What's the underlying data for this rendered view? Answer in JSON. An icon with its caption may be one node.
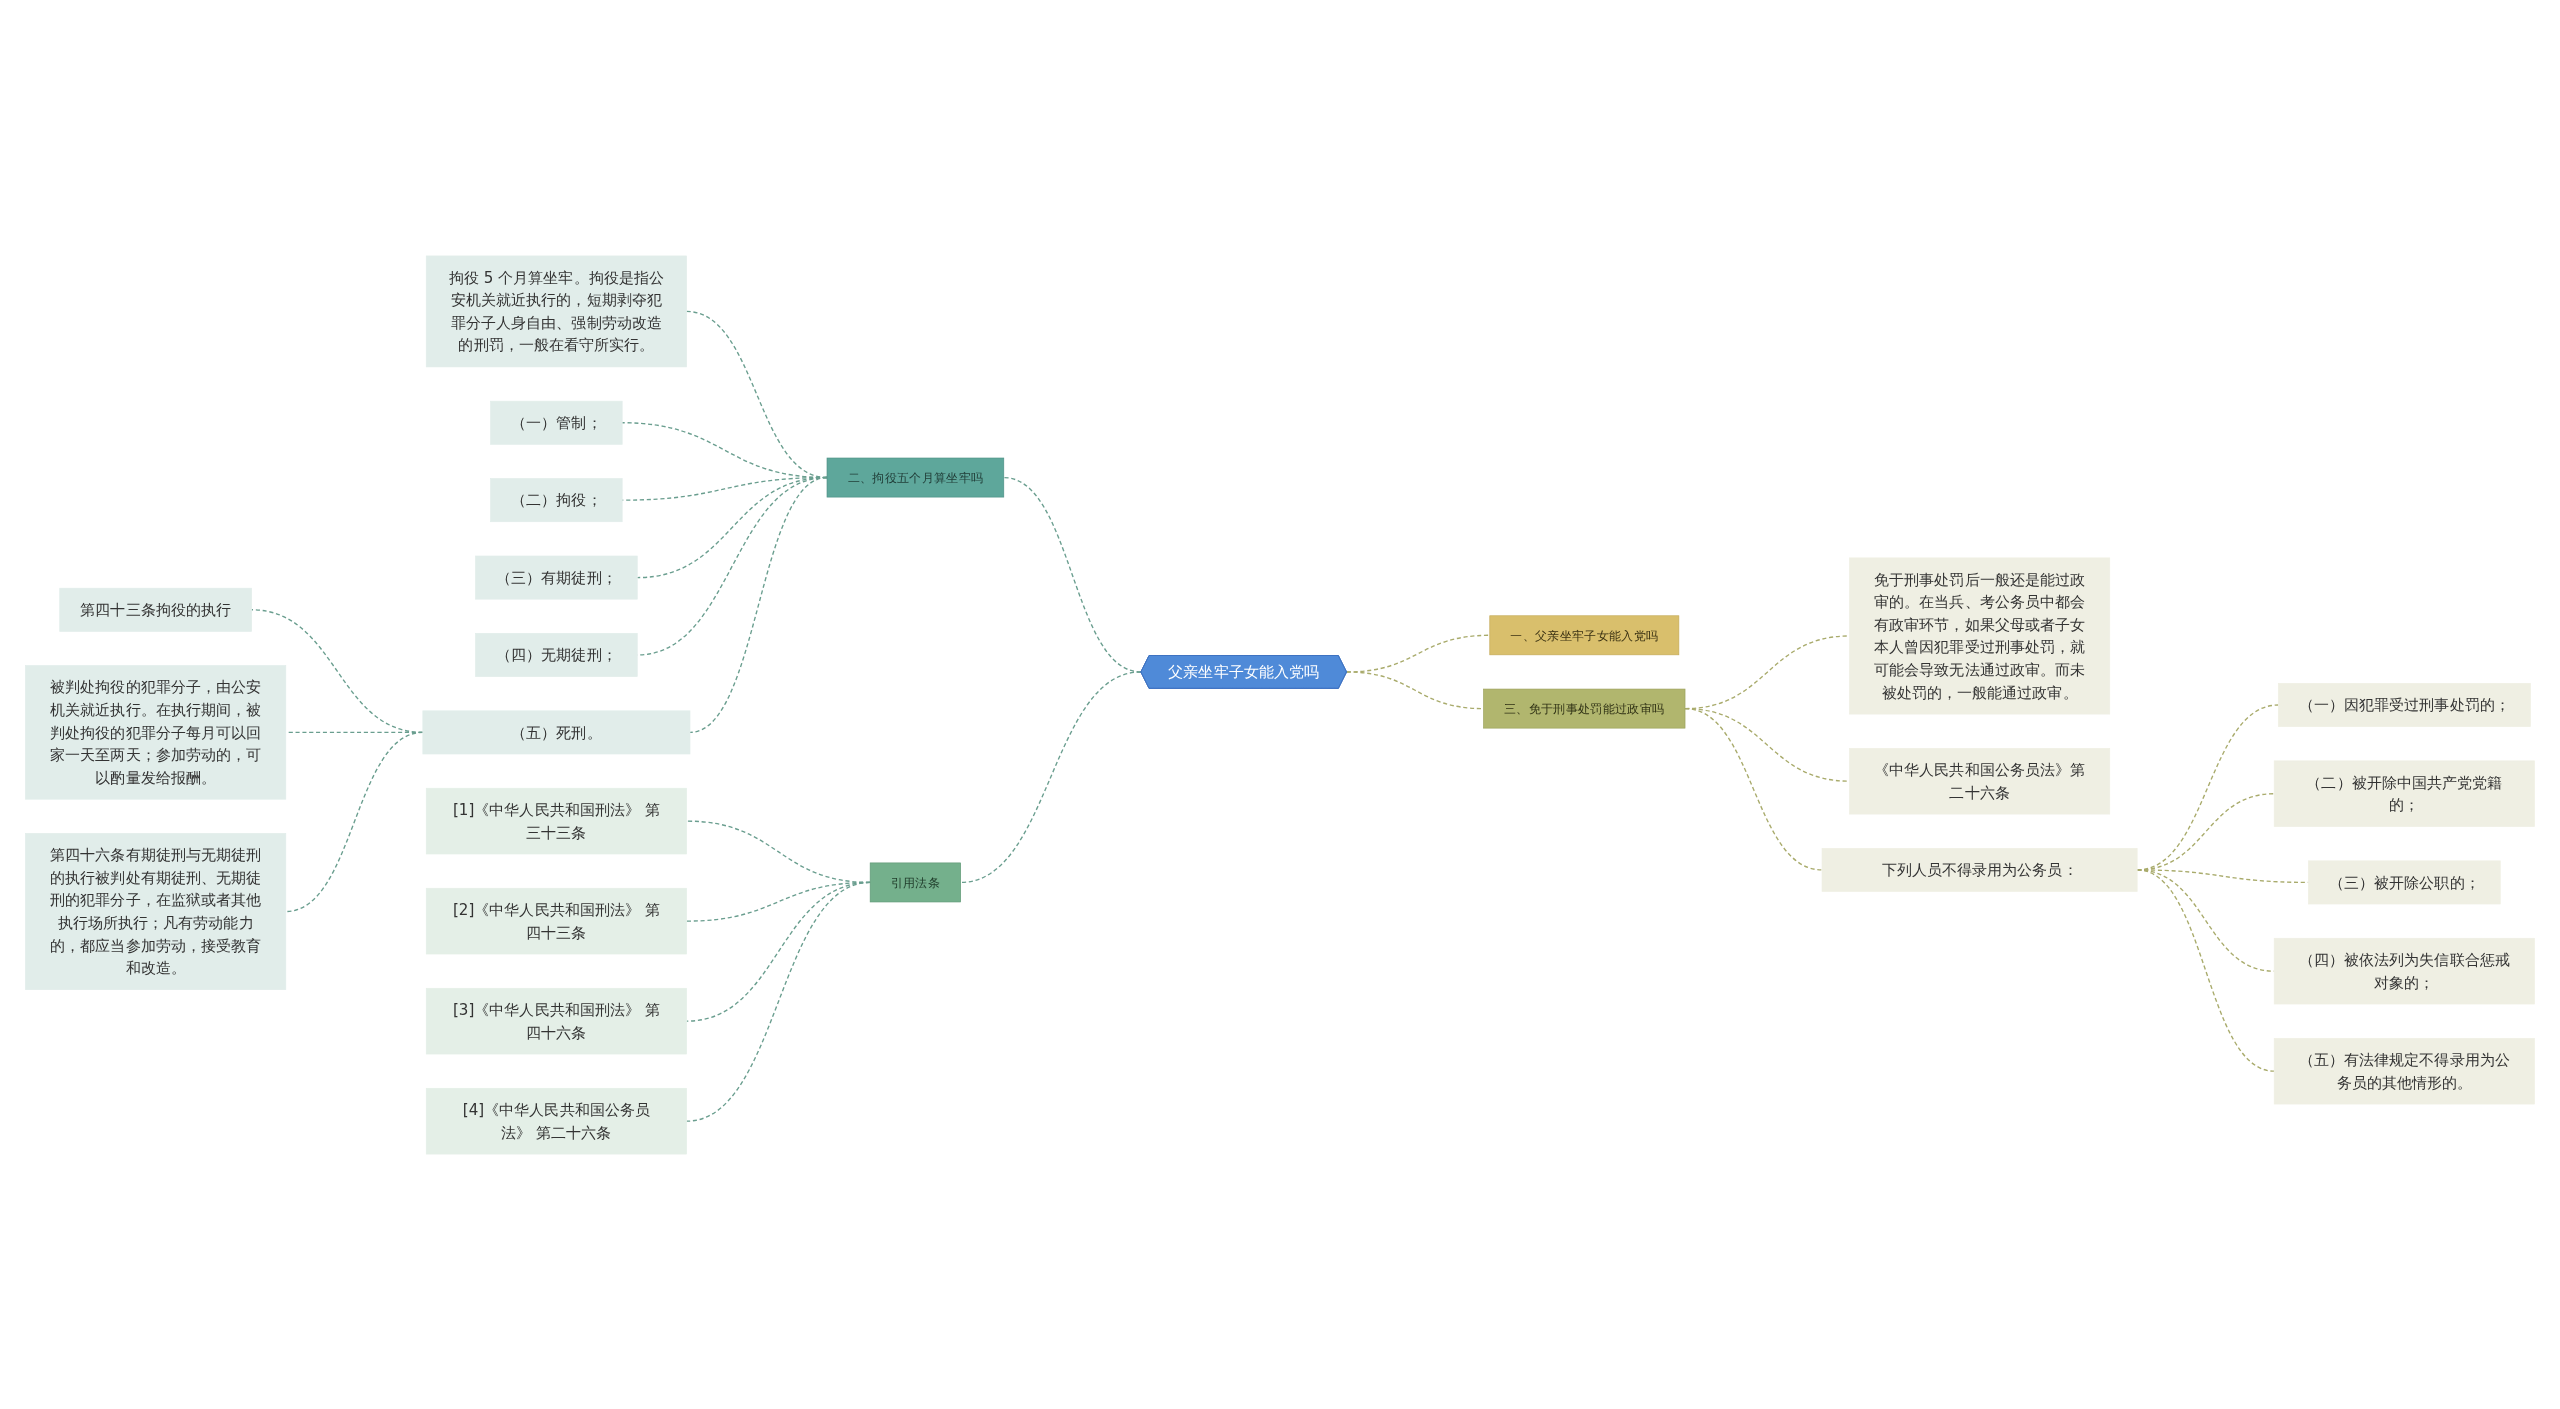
{
  "diagram": {
    "nodes": [
      {
        "text": [
          "父亲坐牢子女能入党吗"
        ]
      },
      {
        "text": [
          "二、拘役五个月算坐牢吗"
        ]
      },
      {
        "text": [
          "拘役 5 个月算坐牢。拘役是指公安机关就近执行的，短期剥夺犯罪分子人身自由、强制劳动改造的刑罚，一般在看守所实行。"
        ]
      },
      {
        "text": [
          "（一）管制；"
        ]
      },
      {
        "text": [
          "（二）拘役；"
        ]
      },
      {
        "text": [
          "（三）有期徒刑；"
        ]
      },
      {
        "text": [
          "（四）无期徒刑；"
        ]
      },
      {
        "text": [
          "（五）死刑。"
        ]
      },
      {
        "text": [
          "第四十三条拘役的执行"
        ]
      },
      {
        "text": [
          "被判处拘役的犯罪分子，由公安机关就近执行。在执行期间，被判处拘役的犯罪分子每月可以回家一天至两天；参加劳动的，可以酌量发给报酬。"
        ]
      },
      {
        "text": [
          "第四十六条有期徒刑与无期徒刑的执行被判处有期徒刑、无期徒刑的犯罪分子，在监狱或者其他执行场所执行；凡有劳动能力的，都应当参加劳动，接受教育和改造。"
        ]
      },
      {
        "text": [
          "引用法条"
        ]
      },
      {
        "text": [
          "[1]《中华人民共和国刑法》 第三十三条"
        ]
      },
      {
        "text": [
          "[2]《中华人民共和国刑法》 第四十三条"
        ]
      },
      {
        "text": [
          "[3]《中华人民共和国刑法》 第四十六条"
        ]
      },
      {
        "text": [
          "[4]《中华人民共和国公务员法》 第二十六条"
        ]
      },
      {
        "text": [
          "一、父亲坐牢子女能入党吗"
        ]
      },
      {
        "text": [
          "三、免于刑事处罚能过政审吗"
        ]
      },
      {
        "text": [
          "免于刑事处罚后一般还是能过政审的。在当兵、考公务员中都会有政审环节，如果父母或者子女本人曾因犯罪受过刑事处罚，就可能会导致无法通过政审。而未被处罚的，一般能通过政审。"
        ]
      },
      {
        "text": [
          "《中华人民共和国公务员法》第二十六条"
        ]
      },
      {
        "text": [
          "下列人员不得录用为公务员："
        ]
      },
      {
        "text": [
          "（一）因犯罪受过刑事处罚的；"
        ]
      },
      {
        "text": [
          "（二）被开除中国共产党党籍的；"
        ]
      },
      {
        "text": [
          "（三）被开除公职的；"
        ]
      },
      {
        "text": [
          "（四）被依法列为失信联合惩戒对象的；"
        ]
      },
      {
        "text": [
          "（五）有法律规定不得录用为公务员的其他情形的。"
        ]
      }
    ],
    "edges": [
      {
        "from": 0,
        "to": 1,
        "arrow": "none",
        "style": "dashed"
      },
      {
        "from": 1,
        "to": 2,
        "arrow": "none",
        "style": "dashed"
      },
      {
        "from": 1,
        "to": 3,
        "arrow": "none",
        "style": "dashed"
      },
      {
        "from": 1,
        "to": 4,
        "arrow": "none",
        "style": "dashed"
      },
      {
        "from": 1,
        "to": 5,
        "arrow": "none",
        "style": "dashed"
      },
      {
        "from": 1,
        "to": 6,
        "arrow": "none",
        "style": "dashed"
      },
      {
        "from": 1,
        "to": 7,
        "arrow": "none",
        "style": "dashed"
      },
      {
        "from": 7,
        "to": 8,
        "arrow": "none",
        "style": "dashed"
      },
      {
        "from": 7,
        "to": 9,
        "arrow": "none",
        "style": "dashed"
      },
      {
        "from": 7,
        "to": 10,
        "arrow": "none",
        "style": "dashed"
      },
      {
        "from": 0,
        "to": 11,
        "arrow": "none",
        "style": "dashed"
      },
      {
        "from": 11,
        "to": 12,
        "arrow": "none",
        "style": "dashed"
      },
      {
        "from": 11,
        "to": 13,
        "arrow": "none",
        "style": "dashed"
      },
      {
        "from": 11,
        "to": 14,
        "arrow": "none",
        "style": "dashed"
      },
      {
        "from": 11,
        "to": 15,
        "arrow": "none",
        "style": "dashed"
      },
      {
        "from": 0,
        "to": 16,
        "arrow": "none",
        "style": "dashed",
        "color": "#a9ab6c"
      },
      {
        "from": 0,
        "to": 17,
        "arrow": "none",
        "style": "dashed",
        "color": "#a9ab6c"
      },
      {
        "from": 17,
        "to": 18,
        "arrow": "none",
        "style": "dashed",
        "color": "#a9ab6c"
      },
      {
        "from": 17,
        "to": 19,
        "arrow": "none",
        "style": "dashed",
        "color": "#a9ab6c"
      },
      {
        "from": 17,
        "to": 20,
        "arrow": "none",
        "style": "dashed",
        "color": "#a9ab6c"
      },
      {
        "from": 20,
        "to": 21,
        "arrow": "none",
        "style": "dashed",
        "color": "#a9ab6c"
      },
      {
        "from": 20,
        "to": 22,
        "arrow": "none",
        "style": "dashed",
        "color": "#a9ab6c"
      },
      {
        "from": 20,
        "to": 23,
        "arrow": "none",
        "style": "dashed",
        "color": "#a9ab6c"
      },
      {
        "from": 20,
        "to": 24,
        "arrow": "none",
        "style": "dashed",
        "color": "#a9ab6c"
      },
      {
        "from": 20,
        "to": 25,
        "arrow": "none",
        "style": "dashed",
        "color": "#a9ab6c"
      }
    ]
  }
}
